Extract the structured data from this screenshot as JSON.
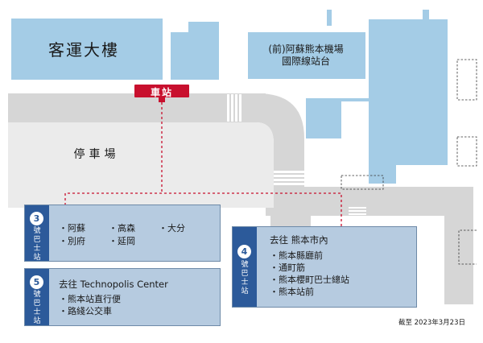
{
  "map": {
    "buildings": {
      "terminal": "客運大樓",
      "intl_line1": "(前)阿蘇熊本機場",
      "intl_line2": "國際線站台"
    },
    "parking": "停車場",
    "station": "車站",
    "stops": [
      {
        "number": "3",
        "label_chars": [
          "號",
          "巴",
          "士",
          "站"
        ],
        "destinations": [
          "・阿蘇",
          "・高森",
          "・大分",
          "・別府",
          "・延岡"
        ]
      },
      {
        "number": "5",
        "label_chars": [
          "號",
          "巴",
          "士",
          "站"
        ],
        "heading": "去往 Technopolis Center",
        "destinations": [
          "・熊本站直行便",
          "・路綫公交車"
        ]
      },
      {
        "number": "4",
        "label_chars": [
          "號",
          "巴",
          "士",
          "站"
        ],
        "heading": "去往 熊本市內",
        "destinations": [
          "・熊本縣廳前",
          "・通町筋",
          "・熊本櫻町巴士總站",
          "・熊本站前"
        ]
      }
    ],
    "as_of": "截至 2023年3月23日",
    "colors": {
      "building": "#a4cce6",
      "road": "#d6d6d6",
      "parking": "#ebebeb",
      "stop_panel": "#b6cbe0",
      "stop_tab": "#2c5a9a",
      "route": "#c8102e"
    }
  }
}
